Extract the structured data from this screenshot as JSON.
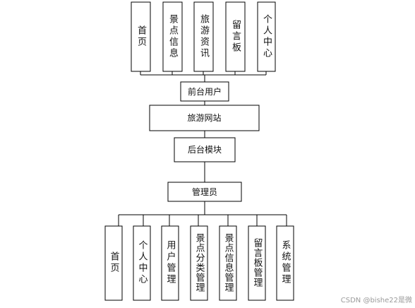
{
  "diagram": {
    "top_modules": [
      "首页",
      "景点信息",
      "旅游资讯",
      "留言板",
      "个人中心"
    ],
    "front_user": "前台用户",
    "website": "旅游网站",
    "backend": "后台模块",
    "admin": "管理员",
    "bottom_modules": [
      "首页",
      "个人中心",
      "用户管理",
      "景点分类管理",
      "景点信息管理",
      "留言板管理",
      "系统管理"
    ]
  },
  "watermark": "CSDN @bishe22是微"
}
